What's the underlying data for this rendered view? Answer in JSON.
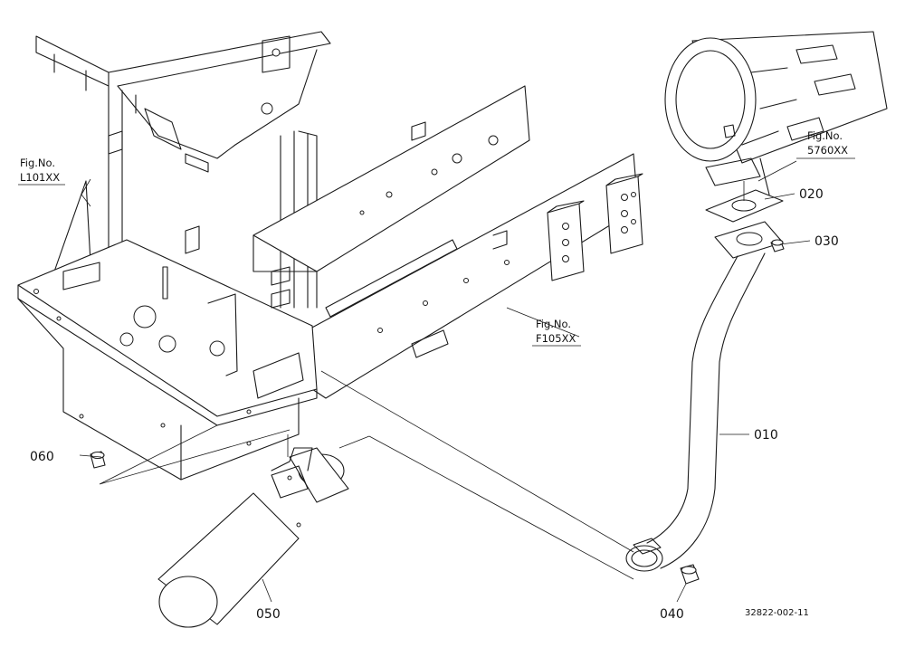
{
  "figure_refs": [
    {
      "line1": "Fig.No.",
      "line2": "L101XX"
    },
    {
      "line1": "Fig.No.",
      "line2": "F105XX"
    },
    {
      "line1": "Fig.No.",
      "line2": "5760XX"
    }
  ],
  "part_labels": {
    "p010": "010",
    "p020": "020",
    "p030": "030",
    "p040": "040",
    "p050": "050",
    "p060": "060"
  },
  "drawing_code": "32822-002-11"
}
